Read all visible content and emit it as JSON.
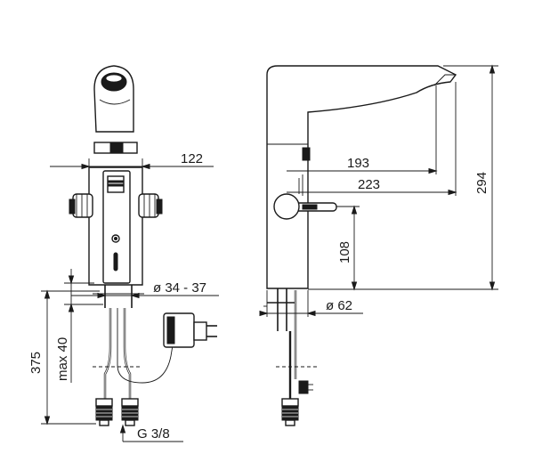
{
  "front_view": {
    "dim_width": "122",
    "dim_hole_diameter": "ø 34 - 37",
    "dim_total_height": "375",
    "dim_max_thickness": "max 40",
    "dim_thread": "G 3/8"
  },
  "side_view": {
    "dim_reach": "193",
    "dim_reach_outer": "223",
    "dim_height": "294",
    "dim_lever_height": "108",
    "dim_base_diameter": "ø 62"
  },
  "colors": {
    "line": "#1a1a1a",
    "background": "#ffffff"
  }
}
